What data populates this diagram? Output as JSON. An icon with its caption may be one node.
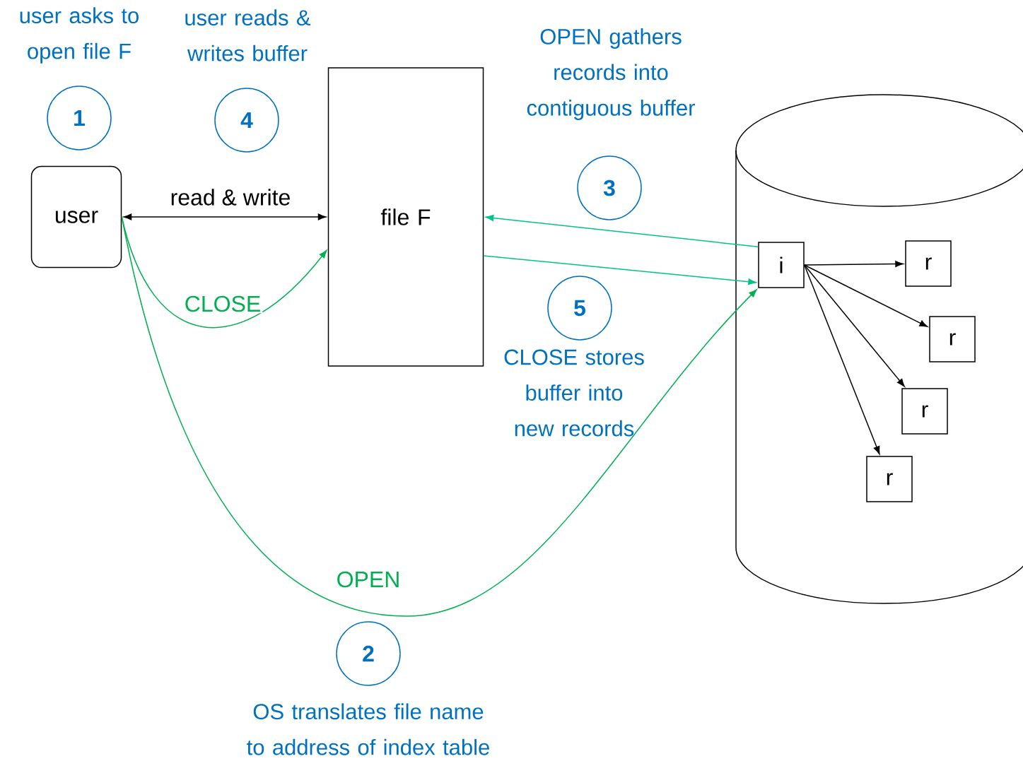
{
  "diagram": {
    "nodes": [
      {
        "text": [
          "user"
        ]
      },
      {
        "text": [
          "file F"
        ]
      },
      {
        "text": [],
        "shape": "cylinder"
      },
      {
        "text": [
          "i"
        ],
        "in": 2
      },
      {
        "text": [
          "r"
        ],
        "in": 2
      },
      {
        "text": [
          "r"
        ],
        "in": 2
      },
      {
        "text": [
          "r"
        ],
        "in": 2
      },
      {
        "text": [
          "r"
        ],
        "in": 2
      },
      {
        "text": [
          "1"
        ],
        "beside": [
          "user asks to open file F"
        ]
      },
      {
        "text": [
          "4"
        ],
        "beside": [
          "user reads & writes buffer"
        ]
      },
      {
        "text": [
          "3"
        ],
        "beside": [
          "OPEN gathers records into contiguous buffer"
        ]
      },
      {
        "text": [
          "5"
        ],
        "beside": [
          "CLOSE stores buffer into new records"
        ]
      },
      {
        "text": [
          "2"
        ],
        "beside": [
          "OS translates file name to address of index table"
        ]
      }
    ],
    "edges": [
      {
        "from": 0,
        "to": 1,
        "arrow": "both",
        "label": "read & write"
      },
      {
        "from": 0,
        "to": 1,
        "arrow": "to",
        "label": "CLOSE",
        "color": "#00b050"
      },
      {
        "from": 0,
        "to": 3,
        "arrow": "to",
        "label": "OPEN",
        "color": "#00b050"
      },
      {
        "from": 3,
        "to": 1,
        "arrow": "to",
        "color": "#00c389"
      },
      {
        "from": 1,
        "to": 3,
        "arrow": "to",
        "color": "#00c389"
      },
      {
        "from": 3,
        "to": 4,
        "arrow": "to"
      },
      {
        "from": 3,
        "to": 5,
        "arrow": "to"
      },
      {
        "from": 3,
        "to": 6,
        "arrow": "to"
      },
      {
        "from": 3,
        "to": 7,
        "arrow": "to"
      }
    ]
  }
}
